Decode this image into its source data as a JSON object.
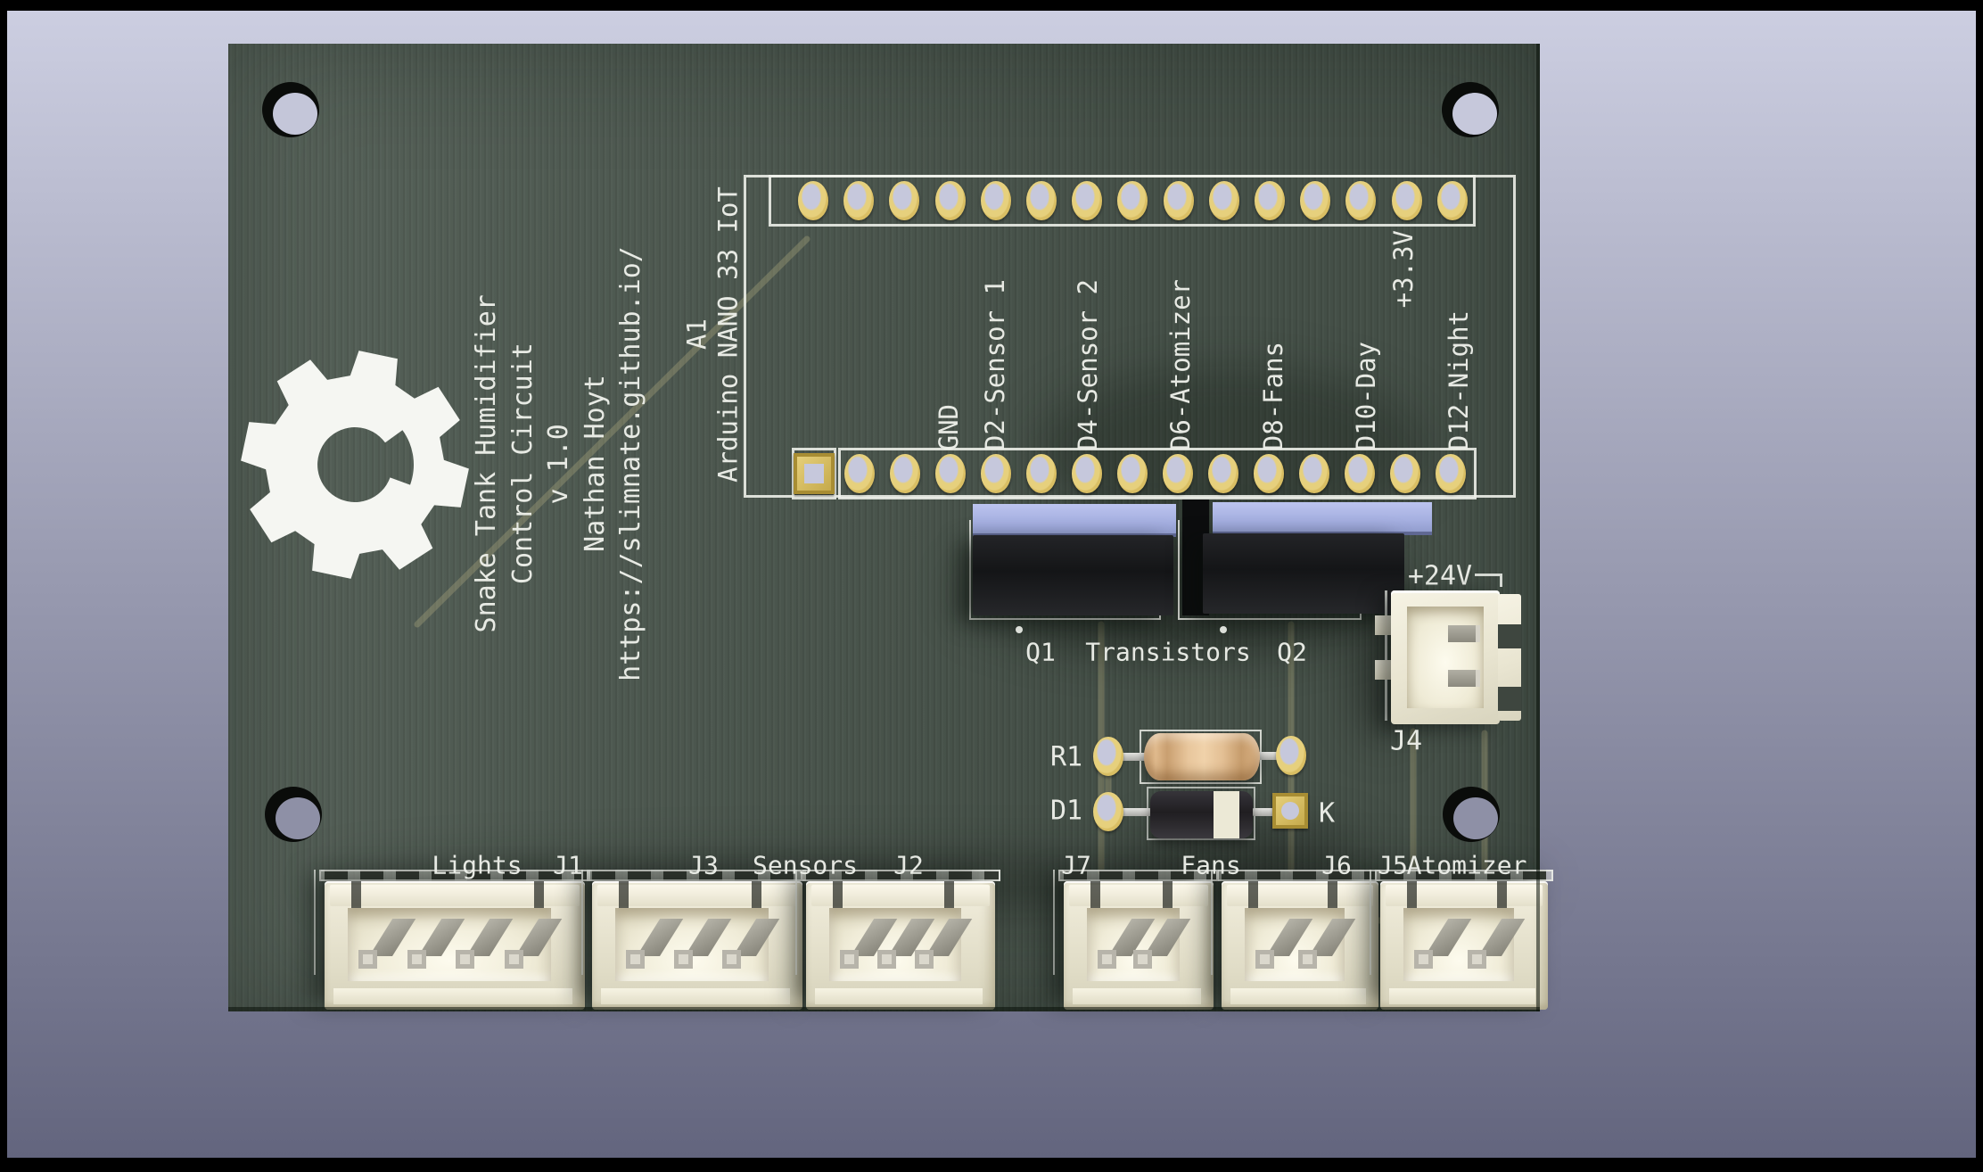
{
  "viewer": {
    "background_top": "#cccee1",
    "background_bottom": "#63657e",
    "frame_color": "#000000"
  },
  "board": {
    "soldermask_color": "#4c584f",
    "silkscreen_color": "#f0f2ec",
    "pad_gold_color": "#d9be63",
    "hole_color": "#c6c8dc",
    "trace_color": "#b9b184",
    "connector_plastic_color": "#ece8d6",
    "transistor_tab_color": "#a5afe0",
    "transistor_body_color": "#141517",
    "resistor_body_color": "#ddb488",
    "diode_body_color": "#201e21",
    "diode_band_color": "#ece9d6",
    "title_lines": [
      "Snake Tank Humidifier",
      "Control Circuit",
      "v 1.0",
      "Nathan Hoyt",
      "https://slimnate.github.io/"
    ],
    "module_ref": "A1",
    "module_name": "Arduino NANO 33 IoT",
    "header_top_pin_count": 15,
    "header_bottom_pin_count": 15,
    "pin_labels": [
      "GND",
      "D2-Sensor 1",
      "D4-Sensor 2",
      "D6-Atomizer",
      "D8-Fans",
      "D10-Day",
      "D12-Night"
    ],
    "power_3v3_label": "+3.3V",
    "power_24v_label": "+24V",
    "transistor_labels": {
      "q1": "Q1",
      "group": "Transistors",
      "q2": "Q2"
    },
    "resistor_ref": "R1",
    "diode_ref": "D1",
    "diode_cathode_label": "K",
    "j4_ref": "J4",
    "bottom_labels": [
      "Lights",
      "J1",
      "J3",
      "Sensors",
      "J2",
      "J7",
      "Fans",
      "J6",
      "J5",
      "Atomizer"
    ],
    "connectors": [
      {
        "ref": "J1",
        "pins": 4
      },
      {
        "ref": "J3",
        "pins": 3
      },
      {
        "ref": "J2",
        "pins": 3
      },
      {
        "ref": "J7",
        "pins": 2
      },
      {
        "ref": "J6",
        "pins": 2
      },
      {
        "ref": "J5",
        "pins": 2
      }
    ]
  }
}
